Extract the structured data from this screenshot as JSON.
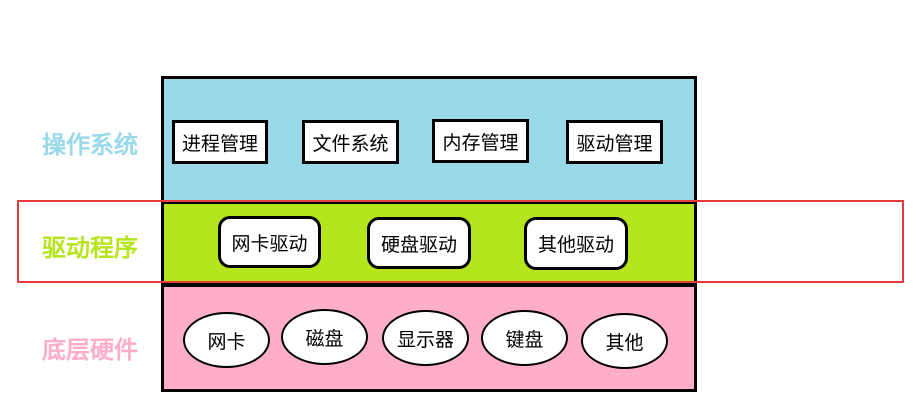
{
  "colors": {
    "os_bg": "#99d9ea",
    "os_label": "#99d9ea",
    "driver_bg": "#b5e61d",
    "driver_label": "#b5e61d",
    "hw_bg": "#ffaec9",
    "hw_label": "#ffaec9",
    "highlight_border": "#e8393d"
  },
  "layers": {
    "os": {
      "label": "操作系统",
      "nodes": [
        "进程管理",
        "文件系统",
        "内存管理",
        "驱动管理"
      ]
    },
    "driver": {
      "label": "驱动程序",
      "nodes": [
        "网卡驱动",
        "硬盘驱动",
        "其他驱动"
      ]
    },
    "hardware": {
      "label": "底层硬件",
      "nodes": [
        "网卡",
        "磁盘",
        "显示器",
        "键盘",
        "其他"
      ]
    }
  }
}
